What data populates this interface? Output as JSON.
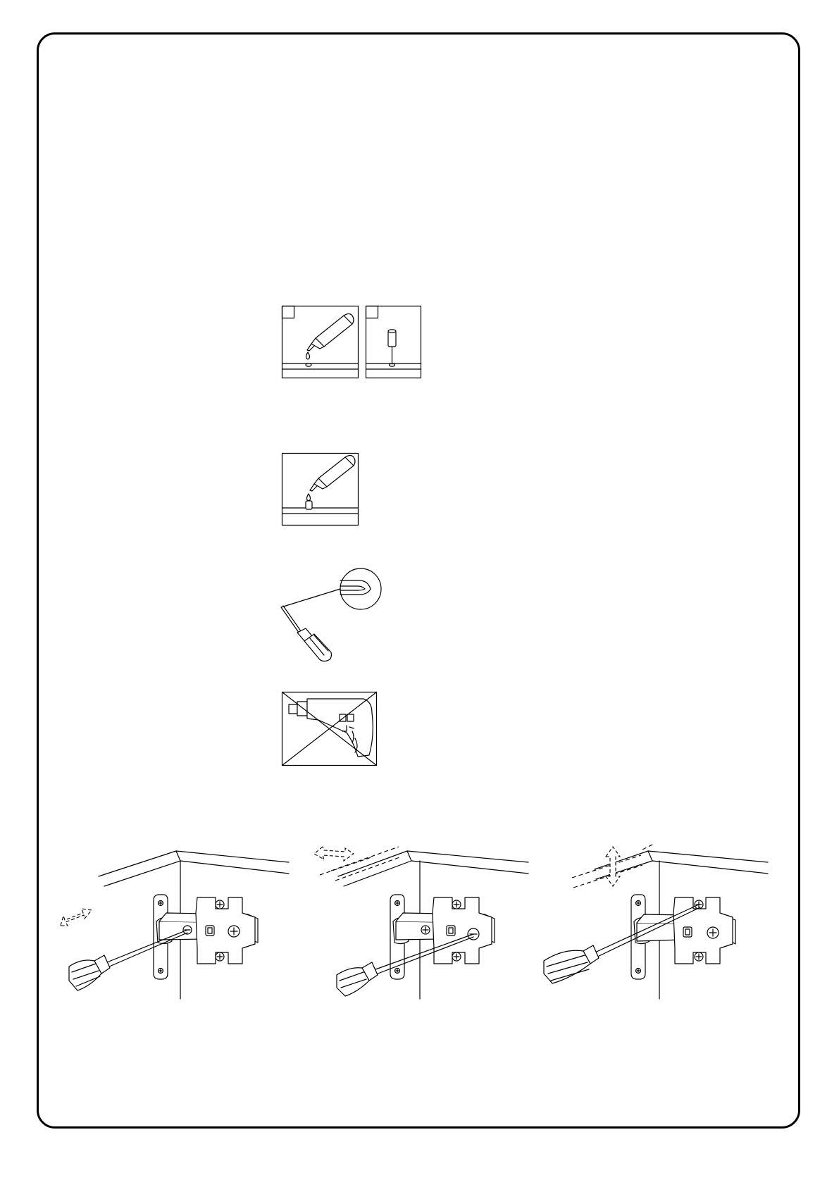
{
  "page": {
    "background": "#ffffff",
    "stroke": "#000000"
  },
  "illustrations": {
    "glue_steps": [
      "glue-tube-drop",
      "dowel-into-hole"
    ],
    "glue_on_dowel": "glue-tube-over-dowel",
    "tool": "flat-screwdriver-with-tip-detail",
    "prohibited": "no-power-drill",
    "hinge_adjustments": [
      {
        "axis": "depth",
        "icon": "double-arrow-diagonal-icon"
      },
      {
        "axis": "side",
        "icon": "double-arrow-horizontal-icon"
      },
      {
        "axis": "height",
        "icon": "double-arrow-vertical-icon"
      }
    ]
  }
}
